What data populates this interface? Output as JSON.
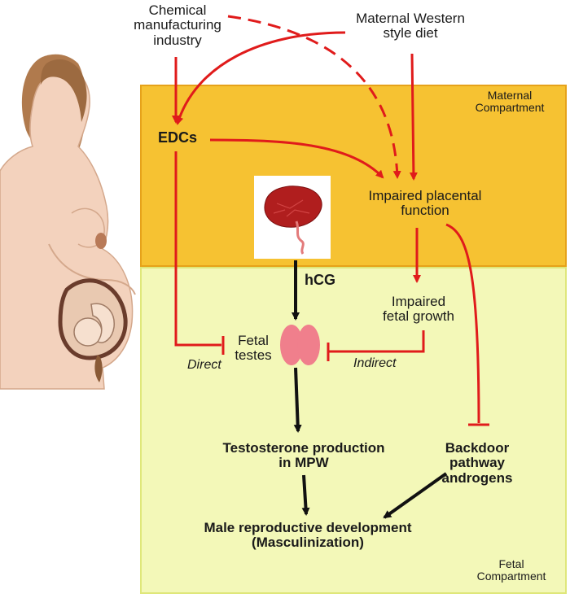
{
  "sources": {
    "chemical_industry": "Chemical\nmanufacturing\nindustry",
    "western_diet": "Maternal Western\nstyle diet"
  },
  "compartments": {
    "maternal": "Maternal\nCompartment",
    "fetal": "Fetal\nCompartment"
  },
  "nodes": {
    "edcs": "EDCs",
    "impaired_placenta": "Impaired placental\nfunction",
    "hcg": "hCG",
    "impaired_growth": "Impaired\nfetal growth",
    "fetal_testes": "Fetal\ntestes",
    "testosterone": "Testosterone production\nin MPW",
    "backdoor": "Backdoor\npathway\nandrogens",
    "male_development": "Male reproductive development\n(Masculinization)"
  },
  "edge_labels": {
    "direct": "Direct",
    "indirect": "Indirect"
  },
  "colors": {
    "maternal_bg": "#f6c232",
    "fetal_bg": "#f3f8b8",
    "arrow_red": "#e01b1b",
    "arrow_black": "#111111",
    "testes_pink": "#f07f8c",
    "skin": "#f3d2bd",
    "hair": "#b07a4d"
  }
}
